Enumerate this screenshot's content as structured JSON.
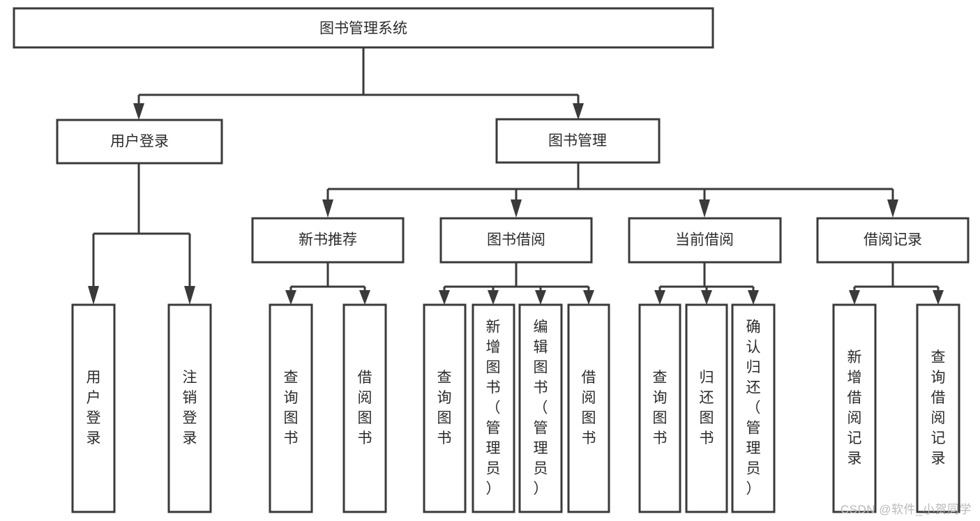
{
  "diagram": {
    "type": "tree",
    "title": "图书管理系统",
    "watermark": "CSDN @软件_小贺同学",
    "colors": {
      "stroke": "#3a3a3a",
      "fill": "#ffffff",
      "text": "#2b2b2b",
      "watermark": "#b9b9b9",
      "background": "#ffffff"
    },
    "root": {
      "label": "图书管理系统"
    },
    "level1": [
      {
        "label": "用户登录"
      },
      {
        "label": "图书管理"
      }
    ],
    "level2": [
      {
        "label": "新书推荐"
      },
      {
        "label": "图书借阅"
      },
      {
        "label": "当前借阅"
      },
      {
        "label": "借阅记录"
      }
    ],
    "leaves": {
      "user_login": [
        {
          "label": "用户登录"
        },
        {
          "label": "注销登录"
        }
      ],
      "new_book_recommend": [
        {
          "label": "查询图书"
        },
        {
          "label": "借阅图书"
        }
      ],
      "book_borrow": [
        {
          "label": "查询图书"
        },
        {
          "label": "新增图书（管理员）"
        },
        {
          "label": "编辑图书（管理员）"
        },
        {
          "label": "借阅图书"
        }
      ],
      "current_borrow": [
        {
          "label": "查询图书"
        },
        {
          "label": "归还图书"
        },
        {
          "label": "确认归还（管理员）"
        }
      ],
      "borrow_record": [
        {
          "label": "新增借阅记录"
        },
        {
          "label": "查询借阅记录"
        }
      ]
    }
  }
}
